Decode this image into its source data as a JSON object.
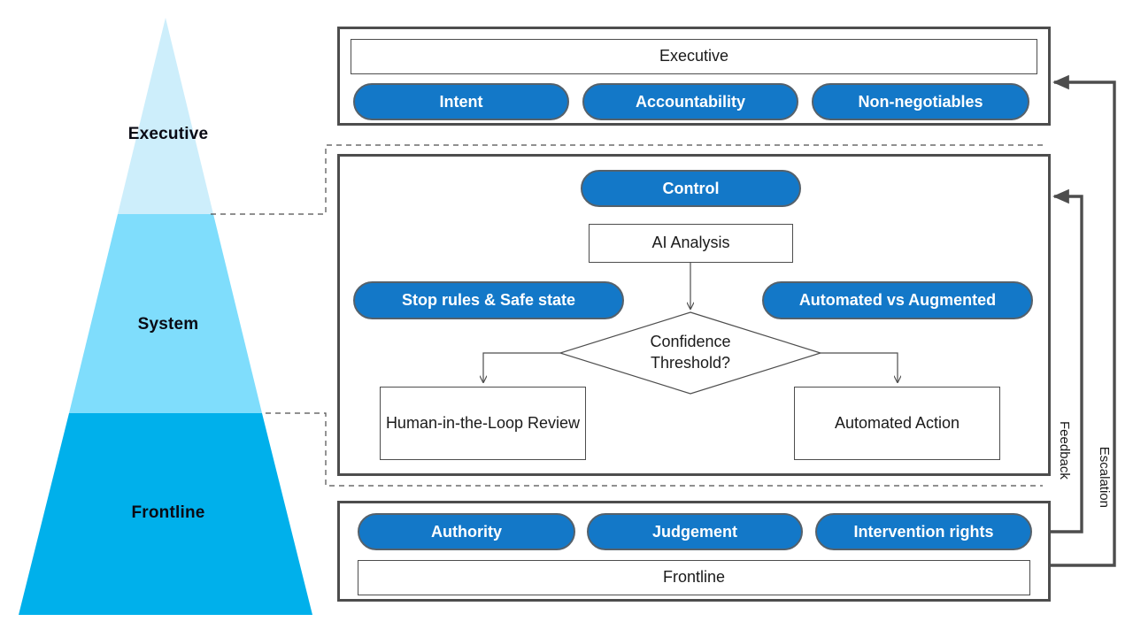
{
  "pyramid": {
    "layers": [
      {
        "label": "Executive",
        "color": "#cdeefb"
      },
      {
        "label": "System",
        "color": "#7fddfc"
      },
      {
        "label": "Frontline",
        "color": "#00b0eb"
      }
    ]
  },
  "executive_group": {
    "title": "Executive",
    "pills": [
      {
        "label": "Intent"
      },
      {
        "label": "Accountability"
      },
      {
        "label": "Non-negotiables"
      }
    ]
  },
  "system_group": {
    "control_pill": "Control",
    "ai_analysis": "AI Analysis",
    "stop_rules_pill": "Stop rules & Safe state",
    "automated_augmented_pill": "Automated vs Augmented",
    "decision": {
      "line1": "Confidence",
      "line2": "Threshold?"
    },
    "outcomes": [
      {
        "label": "Human-in-the-Loop Review"
      },
      {
        "label": "Automated Action"
      }
    ]
  },
  "frontline_group": {
    "title": "Frontline",
    "pills": [
      {
        "label": "Authority"
      },
      {
        "label": "Judgement"
      },
      {
        "label": "Intervention rights"
      }
    ]
  },
  "flows": {
    "feedback_label": "Feedback",
    "escalation_label": "Escalation"
  },
  "colors": {
    "pill_fill": "#1378c8",
    "pill_border": "#55616b",
    "group_border": "#4d4d4d",
    "wire": "#4d4d4d",
    "thin_line": "#4d4d4d"
  }
}
